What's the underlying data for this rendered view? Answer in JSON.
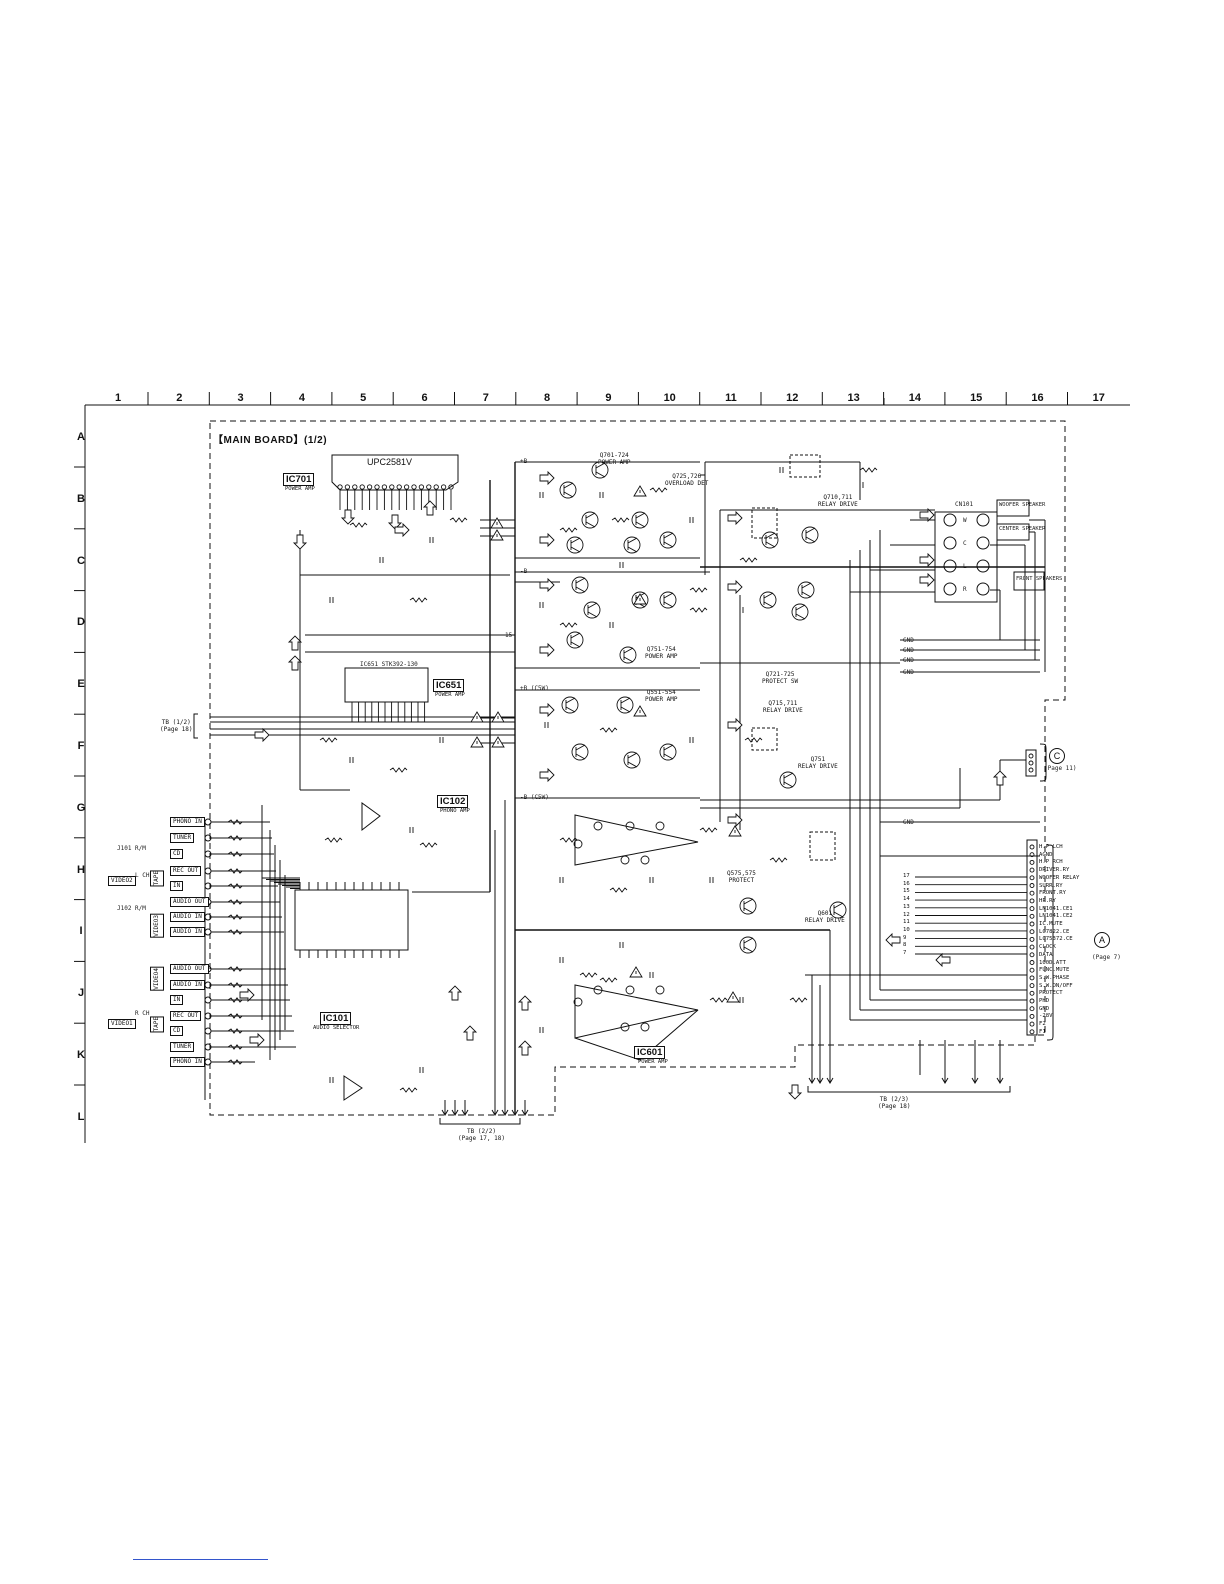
{
  "page": {
    "column_labels": [
      "1",
      "2",
      "3",
      "4",
      "5",
      "6",
      "7",
      "8",
      "9",
      "10",
      "11",
      "12",
      "13",
      "14",
      "15",
      "16",
      "17"
    ],
    "row_labels": [
      "A",
      "B",
      "C",
      "D",
      "E",
      "F",
      "G",
      "H",
      "I",
      "J",
      "K",
      "L"
    ],
    "board_title": "【MAIN BOARD】(1/2)"
  },
  "ics": {
    "ic701": {
      "title": "IC701",
      "sub": "POWER AMP",
      "part": "UPC2581V"
    },
    "ic651": {
      "title": "IC651",
      "sub": "POWER AMP",
      "part": "IC651 STK392-130"
    },
    "ic102": {
      "title": "IC102",
      "sub": "PHONO AMP"
    },
    "ic101": {
      "title": "IC101",
      "sub": "AUDIO SELECTOR"
    },
    "ic601": {
      "title": "IC601",
      "sub": "POWER AMP"
    }
  },
  "transistor_groups": [
    {
      "label": "Q701-724",
      "sub": "POWER AMP"
    },
    {
      "label": "Q725,726",
      "sub": "OVERLOAD DET"
    },
    {
      "label": "Q710,711",
      "sub": "RELAY DRIVE"
    },
    {
      "label": "Q751-754",
      "sub": "POWER AMP"
    },
    {
      "label": "Q721-725",
      "sub": "PROTECT SW"
    },
    {
      "label": "Q551-554",
      "sub": "POWER AMP"
    },
    {
      "label": "Q715,711",
      "sub": "RELAY DRIVE"
    },
    {
      "label": "Q751",
      "sub": "RELAY DRIVE"
    },
    {
      "label": "Q575,575",
      "sub": "PROTECT"
    },
    {
      "label": "Q601",
      "sub": "RELAY DRIVE"
    }
  ],
  "left_inputs": {
    "items": [
      "PHONO IN",
      "TUNER",
      "CD",
      "REC OUT",
      "IN",
      "AUDIO OUT",
      "AUDIO IN",
      "AUDIO IN",
      "AUDIO OUT",
      "AUDIO IN",
      "IN",
      "REC OUT",
      "CD",
      "TUNER",
      "PHONO IN"
    ],
    "group_labels": [
      "VIDEO2",
      "VIDEO3",
      "TAPE",
      "TAPE",
      "VIDEO1",
      "VIDEO4"
    ],
    "jack_labels": [
      "J101 R/M",
      "J102 R/M",
      "L CH",
      "R CH"
    ]
  },
  "speaker_terminal": {
    "label": "CN101",
    "names": [
      "WOOFER SPEAKER",
      "CENTER SPEAKER",
      "FRONT SPEAKERS"
    ],
    "channels": [
      "W",
      "C",
      "L",
      "R"
    ]
  },
  "connectors": {
    "c_ref": {
      "letter": "C",
      "page": "(Page 11)"
    },
    "a_ref": {
      "letter": "A",
      "page": "(Page 7)"
    },
    "tb1": {
      "label": "TB (1/2)",
      "page": "(Page 18)"
    },
    "tb2": {
      "label": "TB (2/2)",
      "page": "(Page 17, 18)"
    },
    "tb3": {
      "label": "TB (2/3)",
      "page": "(Page 18)"
    }
  },
  "signal_list": [
    "H.P LCH",
    "AGND",
    "H.P RCH",
    "DRIVER.RY",
    "WOOFER RELAY",
    "SURR.RY",
    "FRONT.RY",
    "HP.RY",
    "LN1041.CE1",
    "LN1041.CE2",
    "IC.MUTE",
    "LC7822.CE",
    "LC75372.CE",
    "CLOCK",
    "DATA",
    "100D.ATT",
    "FUNC.MUTE",
    "S.W.PHASE",
    "S.W.ON/OFF",
    "PROTECT",
    "PHD",
    "GND",
    "-28V",
    "F2",
    "F1"
  ],
  "pin_numbers": [
    "17",
    "16",
    "15",
    "14",
    "13",
    "12",
    "11",
    "10",
    "9",
    "8",
    "7"
  ],
  "rail_labels": [
    "+B",
    "-B",
    "+B (C5W)",
    "-B (C5W)",
    "GND",
    "GND",
    "GND",
    "GND",
    "GND",
    "15"
  ],
  "caution_marks": 12
}
